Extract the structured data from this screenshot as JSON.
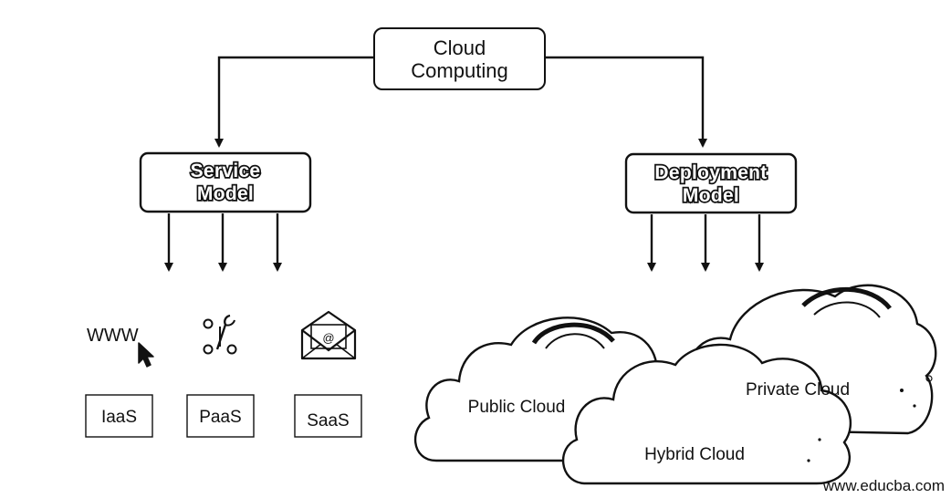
{
  "root": {
    "label_line1": "Cloud",
    "label_line2": "Computing"
  },
  "service_model": {
    "label_line1": "Service",
    "label_line2": "Model",
    "items": [
      {
        "label": "IaaS",
        "icon": "www-cursor-icon",
        "icon_text": "WWW"
      },
      {
        "label": "PaaS",
        "icon": "tools-icon"
      },
      {
        "label": "SaaS",
        "icon": "email-icon"
      }
    ]
  },
  "deployment_model": {
    "label_line1": "Deployment",
    "label_line2": "Model",
    "clouds": [
      {
        "label": "Public Cloud"
      },
      {
        "label": "Private Cloud"
      },
      {
        "label": "Hybrid Cloud"
      }
    ]
  },
  "watermark": "www.educba.com",
  "colors": {
    "stroke": "#111111",
    "fill": "#ffffff"
  }
}
